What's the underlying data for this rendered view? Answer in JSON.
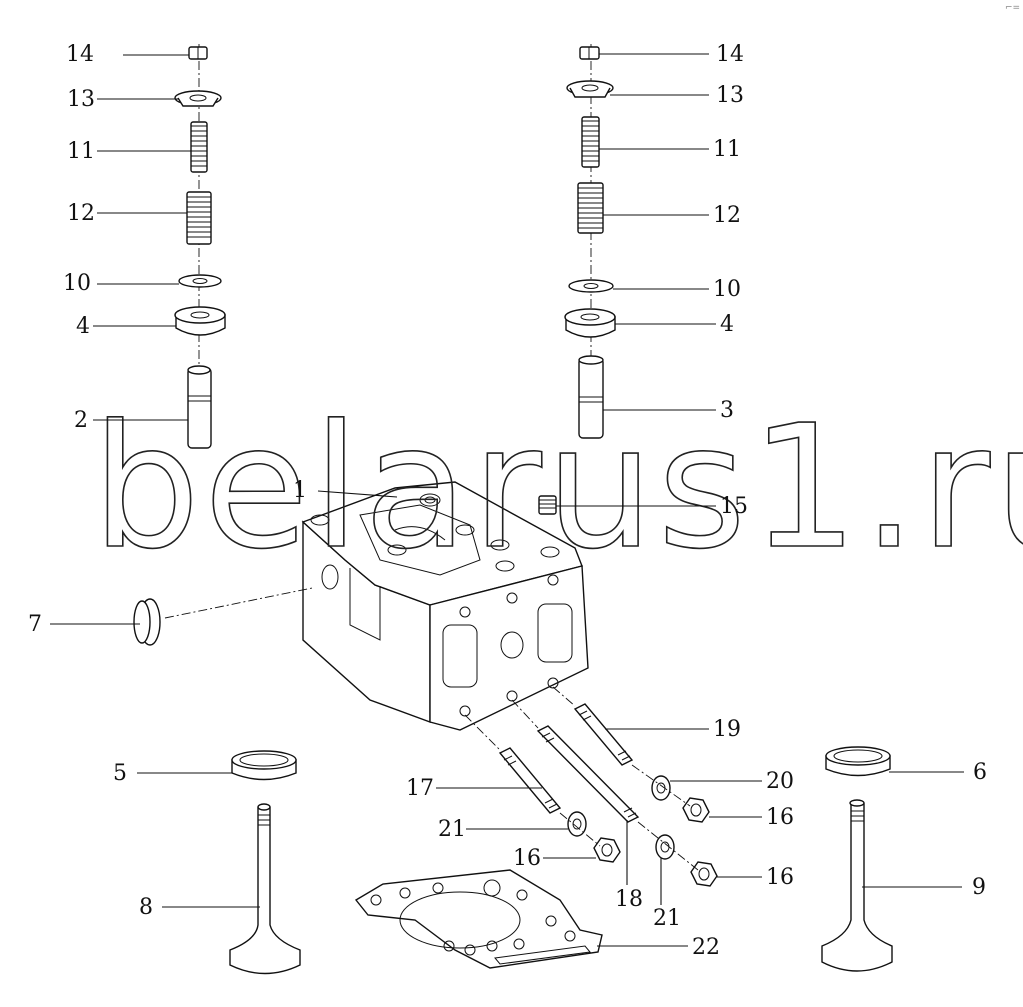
{
  "watermark": "belarus1.ru",
  "corner_mark": "⌐=",
  "callouts": {
    "l14": "14",
    "l13": "13",
    "l11": "11",
    "l12": "12",
    "l10": "10",
    "l4": "4",
    "l2": "2",
    "r14": "14",
    "r13": "13",
    "r11": "11",
    "r12": "12",
    "r10": "10",
    "r4": "4",
    "r3": "3",
    "c1": "1",
    "c15": "15",
    "c7": "7",
    "c19": "19",
    "c5": "5",
    "c6": "6",
    "c20": "20",
    "c17": "17",
    "c16a": "16",
    "c21a": "21",
    "c16b": "16",
    "c16c": "16",
    "c18": "18",
    "c21b": "21",
    "c8": "8",
    "c9": "9",
    "c22": "22"
  }
}
